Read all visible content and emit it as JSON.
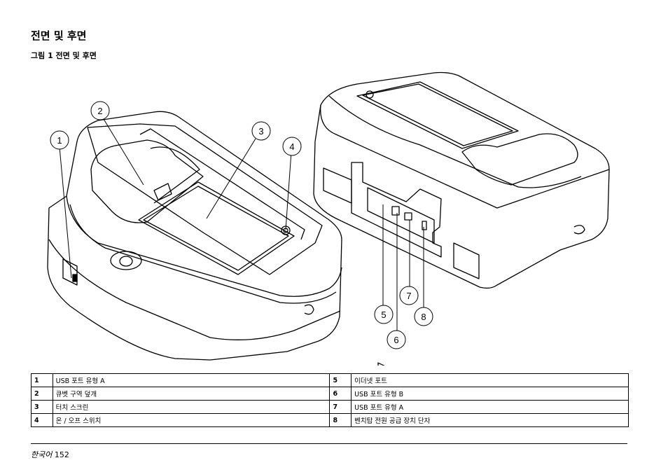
{
  "section_title": "전면 및 후면",
  "figure_caption": "그림 1 전면 및 후면",
  "callouts": [
    "1",
    "2",
    "3",
    "4",
    "5",
    "6",
    "7",
    "8"
  ],
  "legend": [
    {
      "left_num": "1",
      "left_text": "USB 포트 유형 A",
      "right_num": "5",
      "right_text": "이더넷 포트"
    },
    {
      "left_num": "2",
      "left_text": "큐벳 구역 덮개",
      "right_num": "6",
      "right_text": "USB 포트 유형 B"
    },
    {
      "left_num": "3",
      "left_text": "터치 스크린",
      "right_num": "7",
      "right_text": "USB 포트 유형 A"
    },
    {
      "left_num": "4",
      "left_text": "온 / 오프 스위치",
      "right_num": "8",
      "right_text": "벤치탑 전원 공급 장치 단자"
    }
  ],
  "footer": {
    "language": "한국어",
    "page": "152"
  }
}
